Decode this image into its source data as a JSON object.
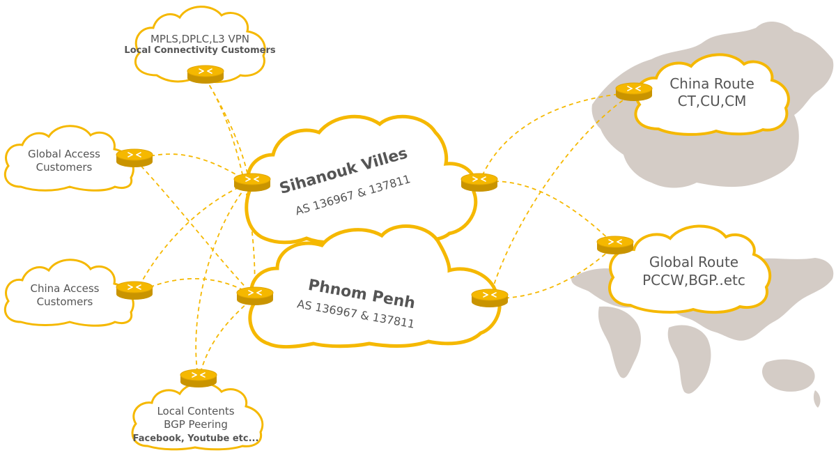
{
  "colors": {
    "accent": "#f5b800",
    "accent_dark": "#c99400",
    "text": "#555555",
    "map": "#d4ccc6"
  },
  "clouds": {
    "mpls": {
      "line1": "MPLS,DPLC,L3 VPN",
      "line2": "Local Connectivity Customers"
    },
    "global_access": {
      "line1": "Global Access",
      "line2": "Customers"
    },
    "china_access": {
      "line1": "China Access",
      "line2": "Customers"
    },
    "local_contents": {
      "line1": "Local Contents",
      "line2": "BGP Peering",
      "line3": "Facebook, Youtube etc..."
    },
    "sihanouk": {
      "title": "Sihanouk Villes",
      "as": "AS 136967 & 137811"
    },
    "phnom_penh": {
      "title": "Phnom Penh",
      "as": "AS 136967 & 137811"
    },
    "china_route": {
      "line1": "China Route",
      "line2": "CT,CU,CM"
    },
    "global_route": {
      "line1": "Global Route",
      "line2": "PCCW,BGP..etc"
    }
  },
  "icons": {
    "router": "router-icon",
    "china_map": "china-map",
    "world_map": "world-map"
  }
}
